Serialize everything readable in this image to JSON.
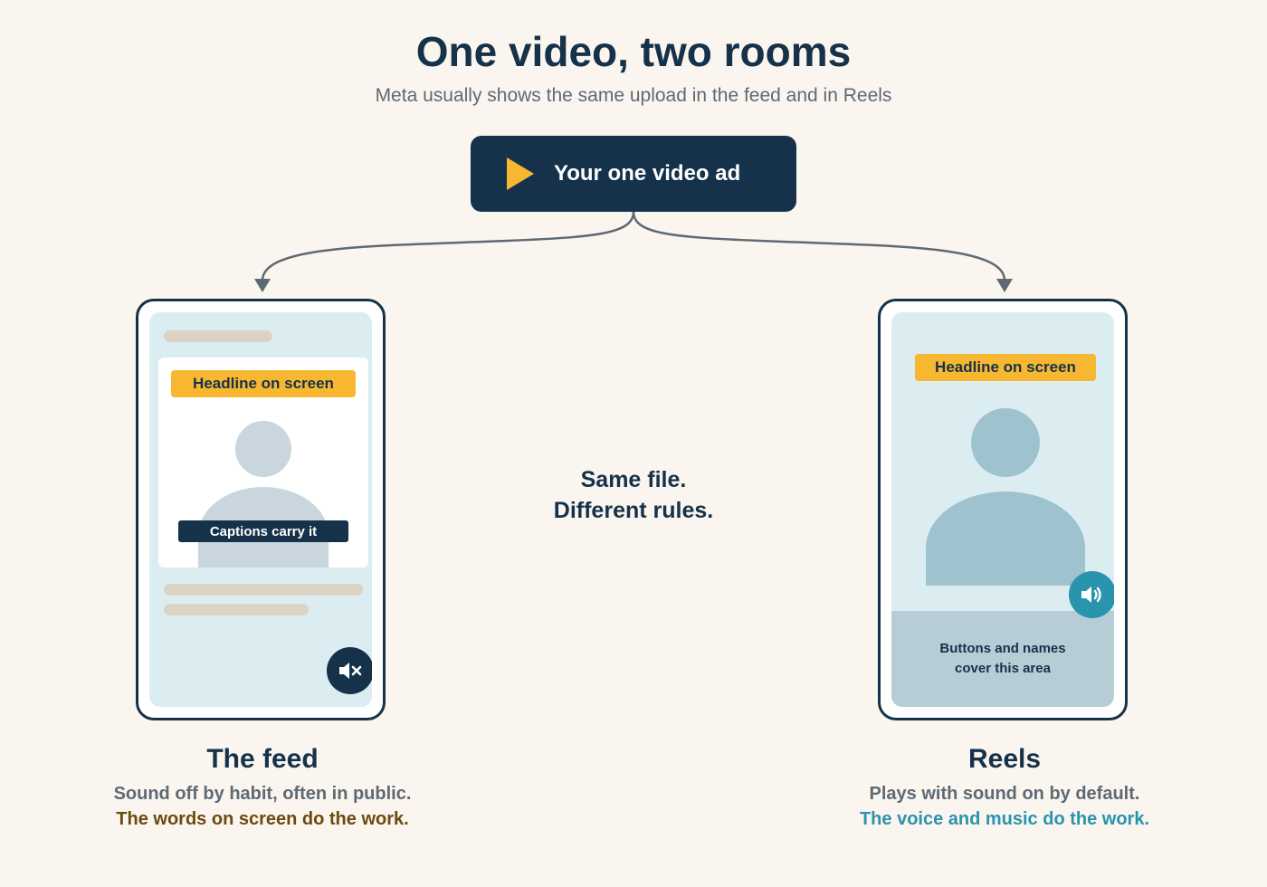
{
  "header": {
    "title": "One video, two rooms",
    "subtitle": "Meta usually shows the same upload in the feed and in Reels"
  },
  "source": {
    "label": "Your one video ad",
    "icon": "play-icon"
  },
  "center": {
    "line1": "Same file.",
    "line2": "Different rules."
  },
  "feed": {
    "headline": "Headline on screen",
    "caption": "Captions carry it",
    "icon": "mute-icon",
    "label": "The feed",
    "desc1": "Sound off by habit, often in public.",
    "desc2": "The words on screen do the work."
  },
  "reels": {
    "headline": "Headline on screen",
    "overlay": "Buttons and names\ncover this area",
    "icon": "volume-icon",
    "label": "Reels",
    "desc1": "Plays with sound on by default.",
    "desc2": "The voice and music do the work."
  },
  "colors": {
    "navy": "#15324a",
    "amber": "#f7b731",
    "teal": "#2a93ad",
    "background": "#faf5ef"
  }
}
